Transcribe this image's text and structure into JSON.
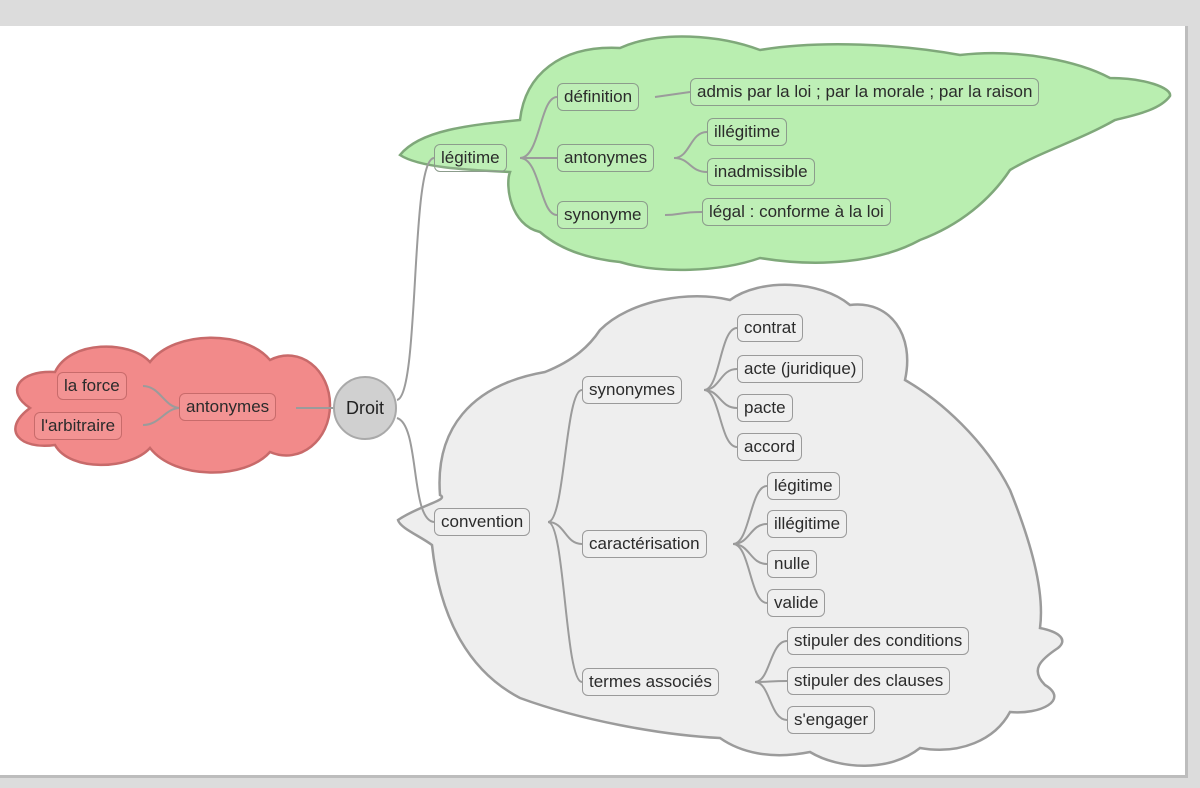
{
  "center": "Droit",
  "colors": {
    "red_cloud": "#f28a8a",
    "green_cloud": "#b9eeb0",
    "grey_cloud": "#eeeeee",
    "edge": "#9b9b9b"
  },
  "left": {
    "antonymes": "antonymes",
    "items": [
      "la force",
      "l'arbitraire"
    ]
  },
  "legitime": {
    "label": "légitime",
    "definition": {
      "label": "définition",
      "value": "admis par la loi ;  par la morale ;  par la raison"
    },
    "antonymes": {
      "label": "antonymes",
      "items": [
        "illégitime",
        "inadmissible"
      ]
    },
    "synonyme": {
      "label": "synonyme",
      "value": "légal : conforme à la loi"
    }
  },
  "convention": {
    "label": "convention",
    "synonymes": {
      "label": "synonymes",
      "items": [
        "contrat",
        "acte (juridique)",
        "pacte",
        "accord"
      ]
    },
    "caracterisation": {
      "label": "caractérisation",
      "items": [
        "légitime",
        "illégitime",
        "nulle",
        "valide"
      ]
    },
    "termes": {
      "label": "termes associés",
      "items": [
        "stipuler des conditions",
        "stipuler des clauses",
        "s'engager"
      ]
    }
  }
}
